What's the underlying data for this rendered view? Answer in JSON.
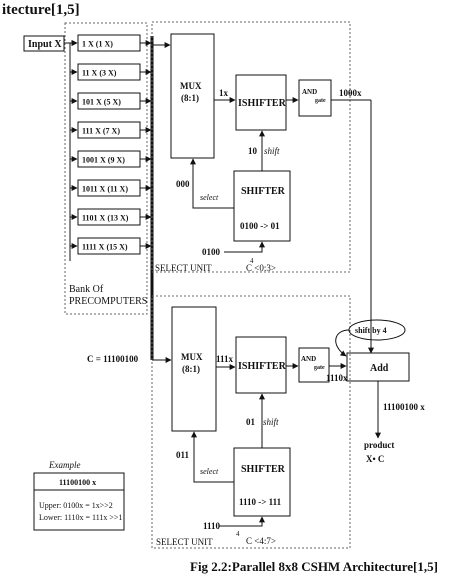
{
  "header": {
    "fragment": "itecture[1,5]"
  },
  "input": {
    "label": "Input X"
  },
  "precomputers": {
    "items": [
      "1 X (1 X)",
      "11 X (3 X)",
      "101 X (5 X)",
      "111 X (7 X)",
      "1001 X (9 X)",
      "1011 X (11 X)",
      "1101 X (13 X)",
      "1111 X (15 X)"
    ],
    "bank_label_line1": "Bank Of",
    "bank_label_line2": "PRECOMPUTERS"
  },
  "c_input": "C = 11100100",
  "upper": {
    "mux_line1": "MUX",
    "mux_line2": "(8:1)",
    "mux_out": "1x",
    "ishifter": "ISHIFTER",
    "shift_val": "10",
    "shift_label": "shift",
    "and_line1": "AND",
    "and_line2": "gate",
    "and_out": "1000x",
    "select_code": "000",
    "select_label": "select",
    "shifter": "SHIFTER",
    "shifter_map": "0100 -> 01",
    "c_bits": "0100",
    "bus_width": "4",
    "c_range": "C <0:3>",
    "unit_label": "SELECT UNIT"
  },
  "lower": {
    "mux_line1": "MUX",
    "mux_line2": "(8:1)",
    "mux_out": "111x",
    "ishifter": "ISHIFTER",
    "shift_val": "01",
    "shift_label": "shift",
    "and_line1": "AND",
    "and_line2": "gate",
    "and_out": "1110x",
    "select_code": "011",
    "select_label": "select",
    "shifter": "SHIFTER",
    "shifter_map": "1110 -> 111",
    "c_bits": "1110",
    "bus_width": "4",
    "c_range": "C <4:7>",
    "unit_label": "SELECT UNIT"
  },
  "adder": {
    "shift_label": "shift by 4",
    "label": "Add",
    "out_value": "11100100 x",
    "product": "product",
    "product_expr": "X• C"
  },
  "example": {
    "title": "Example",
    "value": "11100100 x",
    "upper": "Upper: 0100x = 1x>>2",
    "lower": "Lower: 1110x = 111x >>1"
  },
  "caption": "Fig 2.2:Parallel 8x8 CSHM Architecture[1,5]"
}
